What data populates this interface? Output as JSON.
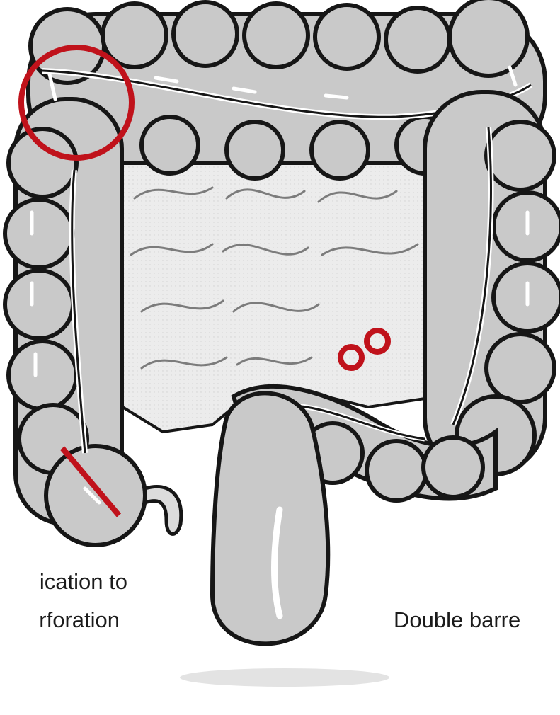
{
  "colors": {
    "colon_fill": "#c9c9c9",
    "colon_light": "#dcdcdc",
    "outline": "#161616",
    "mesentery": "#ededed",
    "marker": "#c0121b",
    "background": "#ffffff"
  },
  "icons": [
    "circle-marker",
    "slash-marker",
    "infinity-stoma-marker"
  ],
  "captions": {
    "left_line1": "ication to",
    "left_line2": "rforation",
    "right": "Double barre"
  }
}
